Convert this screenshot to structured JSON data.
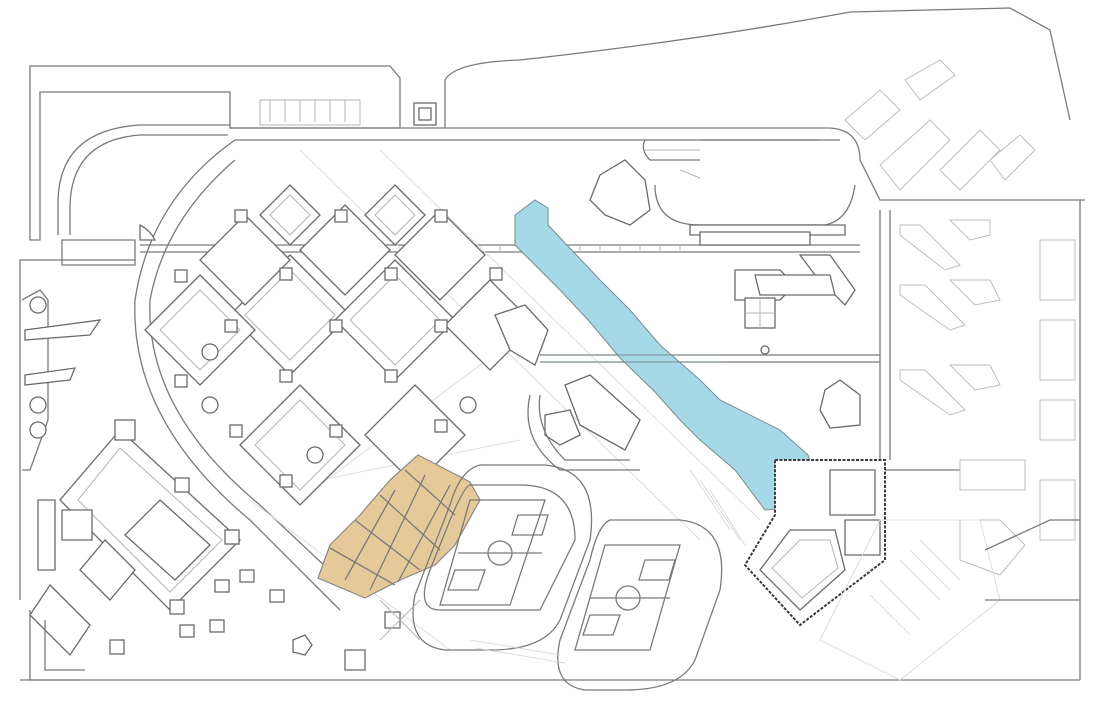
{
  "map": {
    "type": "campus site plan",
    "colors": {
      "background": "#ffffff",
      "linework": "#7a7a7a",
      "faded_linework": "#c8c8c8",
      "water_basin": "#a6d9e7",
      "highlighted_block": "#e5c999"
    },
    "features": [
      {
        "name": "water-basin",
        "kind": "reflecting pool",
        "color": "#a6d9e7"
      },
      {
        "name": "highlighted-block",
        "kind": "building plot grid",
        "color": "#e5c999"
      },
      {
        "name": "diamond-building-complex",
        "kind": "buildings"
      },
      {
        "name": "sports-field-upper",
        "kind": "athletics track with football pitch"
      },
      {
        "name": "sports-field-lower",
        "kind": "athletics track with football pitch"
      },
      {
        "name": "square-hall",
        "kind": "building"
      },
      {
        "name": "residential-rows",
        "kind": "buildings"
      },
      {
        "name": "pedestrian-axis",
        "kind": "walkway"
      }
    ]
  }
}
